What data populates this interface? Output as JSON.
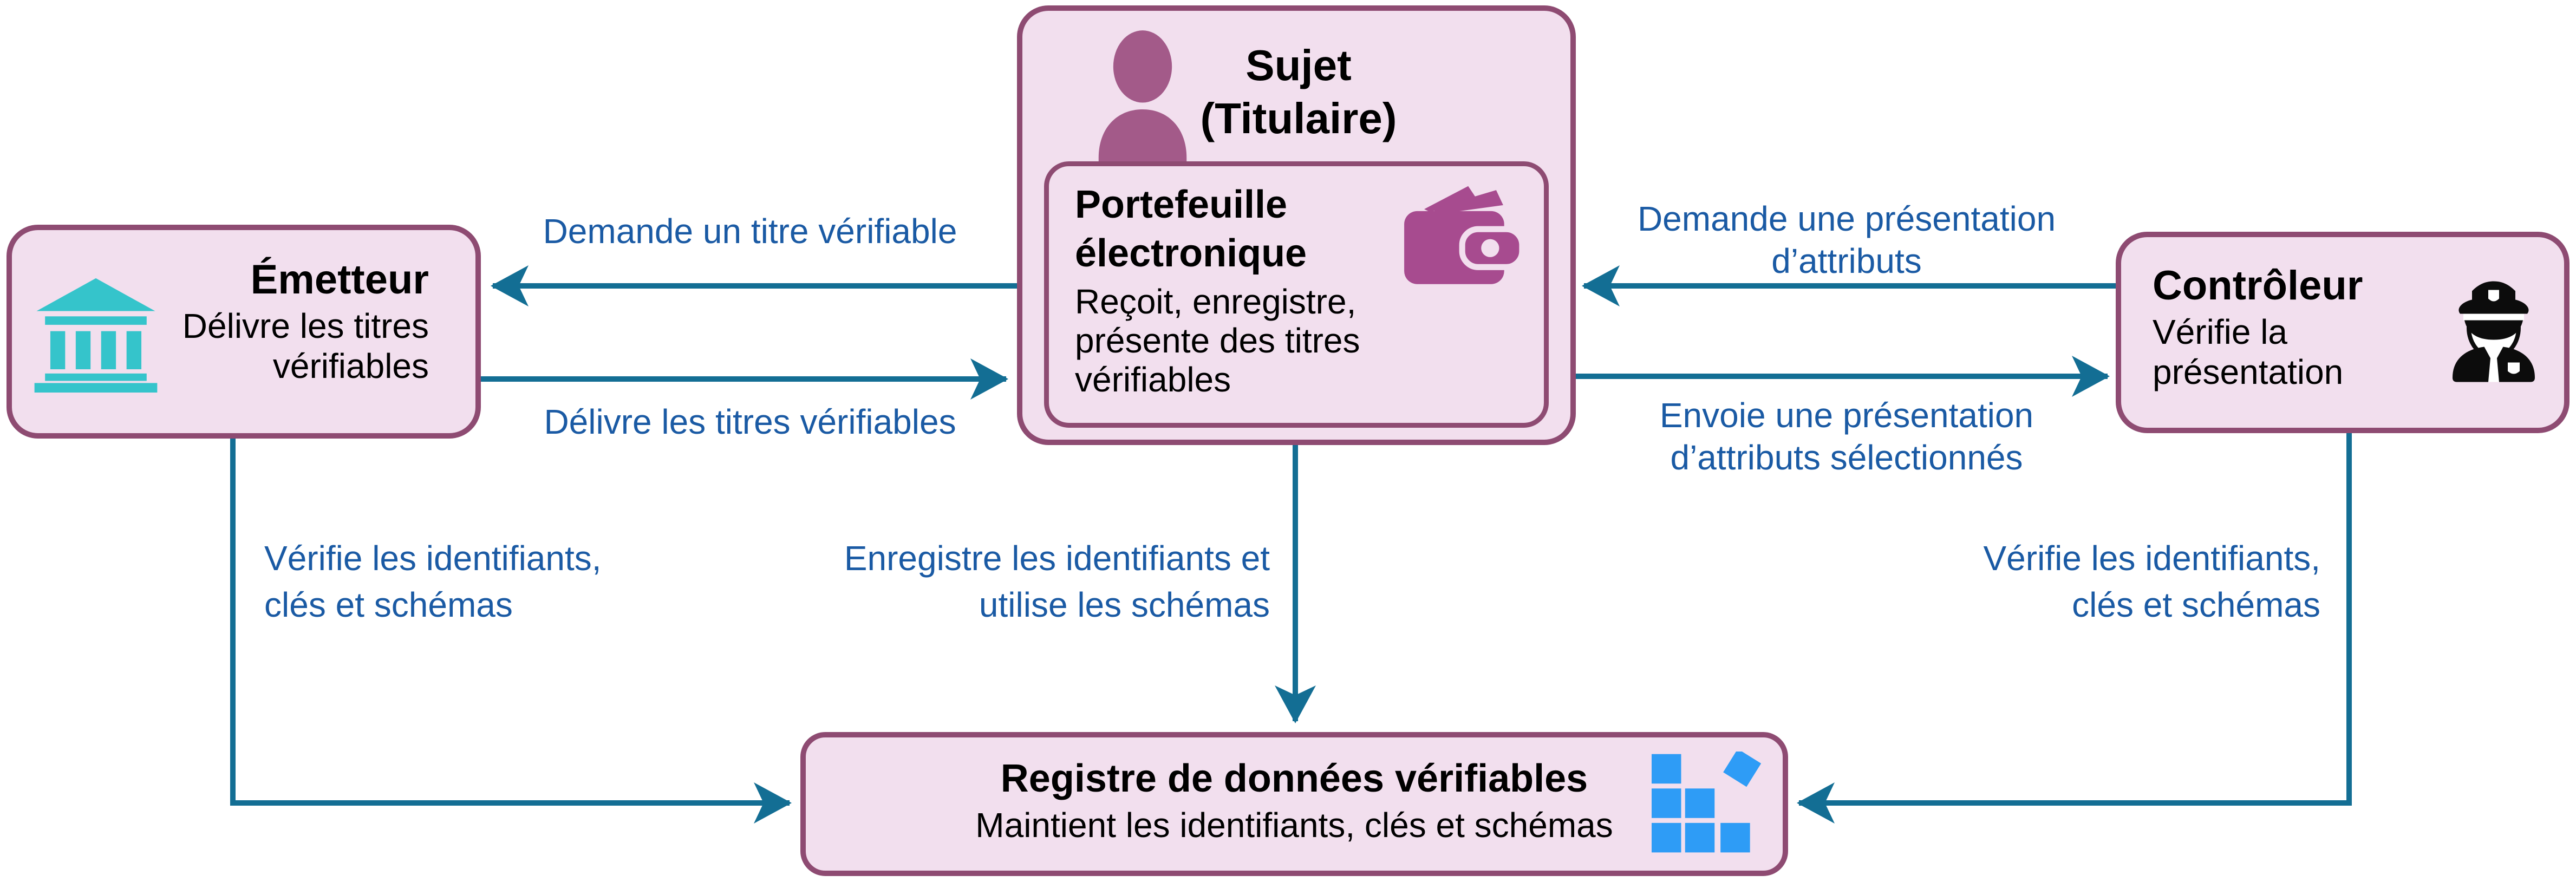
{
  "diagram": {
    "nodes": {
      "sujet": {
        "title_line1": "Sujet",
        "title_line2": "(Titulaire)",
        "icon": "person-icon"
      },
      "portefeuille": {
        "title_line1": "Portefeuille",
        "title_line2": "électronique",
        "desc_line1": "Reçoit, enregistre,",
        "desc_line2": "présente des titres",
        "desc_line3": "vérifiables",
        "icon": "wallet-icon"
      },
      "emetteur": {
        "title": "Émetteur",
        "desc_line1": "Délivre les titres",
        "desc_line2": "vérifiables",
        "icon": "bank-icon"
      },
      "controleur": {
        "title": "Contrôleur",
        "desc_line1": "Vérifie la",
        "desc_line2": "présentation",
        "icon": "police-officer-icon"
      },
      "registre": {
        "title": "Registre de données vérifiables",
        "desc": "Maintient les identifiants, clés et schémas",
        "icon": "data-blocks-icon"
      }
    },
    "edges": {
      "demande_titre": {
        "label": "Demande un titre vérifiable"
      },
      "delivre_titres": {
        "label": "Délivre les titres vérifiables"
      },
      "demande_presentation": {
        "line1": "Demande une présentation",
        "line2": "d’attributs"
      },
      "envoie_presentation": {
        "line1": "Envoie une présentation",
        "line2": "d’attributs sélectionnés"
      },
      "verifie_gauche": {
        "line1": "Vérifie les identifiants,",
        "line2": "clés et schémas"
      },
      "enregistre": {
        "line1": "Enregistre les identifiants et",
        "line2": "utilise les schémas"
      },
      "verifie_droite": {
        "line1": "Vérifie les identifiants,",
        "line2": "clés et schémas"
      }
    },
    "colors": {
      "node_fill": "#F2DFEE",
      "node_border": "#8E4B72",
      "arrow": "#136E94",
      "label_text": "#1A5AA4",
      "title_text": "#000000",
      "person_icon": "#A35A89",
      "wallet_icon": "#A74B8F",
      "bank_icon": "#35C4CB",
      "police_icon": "#0C0C0C",
      "blocks_icon": "#2E9CF6"
    }
  }
}
